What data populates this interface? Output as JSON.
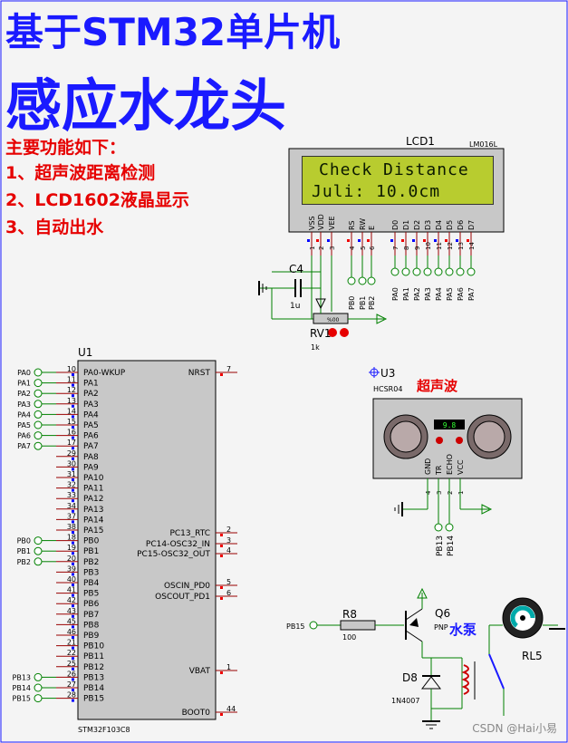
{
  "title": {
    "line1": "基于STM32单片机",
    "line2": "感应水龙头"
  },
  "features": {
    "heading": "主要功能如下：",
    "items": [
      "1、超声波距离检测",
      "2、LCD1602液晶显示",
      "3、自动出水"
    ]
  },
  "lcd": {
    "ref": "LCD1",
    "model": "LM016L",
    "line1": "Check Distance",
    "line2": "Juli: 10.0cm",
    "pins": [
      "VSS",
      "VDD",
      "VEE",
      "RS",
      "RW",
      "E",
      "D0",
      "D1",
      "D2",
      "D3",
      "D4",
      "D5",
      "D6",
      "D7"
    ],
    "pin_numbers": [
      "1",
      "2",
      "3",
      "4",
      "5",
      "6",
      "7",
      "8",
      "9",
      "10",
      "11",
      "12",
      "13",
      "14"
    ],
    "ctrl_nets": [
      "PB0",
      "PB1",
      "PB2"
    ],
    "data_nets": [
      "PA0",
      "PA1",
      "PA2",
      "PA3",
      "PA4",
      "PA5",
      "PA6",
      "PA7"
    ]
  },
  "c4": {
    "ref": "C4",
    "value": "1u"
  },
  "rv1": {
    "ref": "RV1",
    "value": "1k",
    "percent": "%00"
  },
  "mcu": {
    "ref": "U1",
    "part": "STM32F103C8",
    "left_pins": [
      {
        "num": "10",
        "name": "PA0-WKUP",
        "net": "PA0"
      },
      {
        "num": "11",
        "name": "PA1",
        "net": "PA1"
      },
      {
        "num": "12",
        "name": "PA2",
        "net": "PA2"
      },
      {
        "num": "13",
        "name": "PA3",
        "net": "PA3"
      },
      {
        "num": "14",
        "name": "PA4",
        "net": "PA4"
      },
      {
        "num": "15",
        "name": "PA5",
        "net": "PA5"
      },
      {
        "num": "16",
        "name": "PA6",
        "net": "PA6"
      },
      {
        "num": "17",
        "name": "PA7",
        "net": "PA7"
      },
      {
        "num": "29",
        "name": "PA8",
        "net": ""
      },
      {
        "num": "30",
        "name": "PA9",
        "net": ""
      },
      {
        "num": "31",
        "name": "PA10",
        "net": ""
      },
      {
        "num": "32",
        "name": "PA11",
        "net": ""
      },
      {
        "num": "33",
        "name": "PA12",
        "net": ""
      },
      {
        "num": "34",
        "name": "PA13",
        "net": ""
      },
      {
        "num": "37",
        "name": "PA14",
        "net": ""
      },
      {
        "num": "38",
        "name": "PA15",
        "net": ""
      },
      {
        "num": "18",
        "name": "PB0",
        "net": "PB0"
      },
      {
        "num": "19",
        "name": "PB1",
        "net": "PB1"
      },
      {
        "num": "20",
        "name": "PB2",
        "net": "PB2"
      },
      {
        "num": "39",
        "name": "PB3",
        "net": ""
      },
      {
        "num": "40",
        "name": "PB4",
        "net": ""
      },
      {
        "num": "41",
        "name": "PB5",
        "net": ""
      },
      {
        "num": "42",
        "name": "PB6",
        "net": ""
      },
      {
        "num": "43",
        "name": "PB7",
        "net": ""
      },
      {
        "num": "45",
        "name": "PB8",
        "net": ""
      },
      {
        "num": "46",
        "name": "PB9",
        "net": ""
      },
      {
        "num": "21",
        "name": "PB10",
        "net": ""
      },
      {
        "num": "22",
        "name": "PB11",
        "net": ""
      },
      {
        "num": "25",
        "name": "PB12",
        "net": ""
      },
      {
        "num": "26",
        "name": "PB13",
        "net": "PB13"
      },
      {
        "num": "27",
        "name": "PB14",
        "net": "PB14"
      },
      {
        "num": "28",
        "name": "PB15",
        "net": "PB15"
      }
    ],
    "right_pins": [
      {
        "num": "7",
        "name": "NRST"
      },
      {
        "num": "2",
        "name": "PC13_RTC"
      },
      {
        "num": "3",
        "name": "PC14-OSC32_IN"
      },
      {
        "num": "4",
        "name": "PC15-OSC32_OUT"
      },
      {
        "num": "5",
        "name": "OSCIN_PD0"
      },
      {
        "num": "6",
        "name": "OSCOUT_PD1"
      },
      {
        "num": "1",
        "name": "VBAT"
      },
      {
        "num": "44",
        "name": "BOOT0"
      }
    ]
  },
  "sensor": {
    "ref": "U3",
    "model": "HCSR04",
    "label": "超声波",
    "display": "9.8",
    "pins": [
      "GND",
      "TR",
      "ECHO",
      "VCC"
    ],
    "pin_numbers": [
      "4",
      "3",
      "2",
      "1"
    ],
    "nets": [
      "PB13",
      "PB14"
    ]
  },
  "driver": {
    "net_in": "PB15",
    "r8": {
      "ref": "R8",
      "value": "100"
    },
    "q6": {
      "ref": "Q6",
      "type": "PNP"
    },
    "d8": {
      "ref": "D8",
      "model": "1N4007"
    },
    "rl5": {
      "ref": "RL5"
    },
    "pump_label": "水泵"
  },
  "colors": {
    "wire": "#008000",
    "body": "#c8c8c8",
    "pin": "#990000",
    "title": "#1a1aff",
    "feature": "#e60000"
  },
  "watermark": "CSDN @Hai小易"
}
